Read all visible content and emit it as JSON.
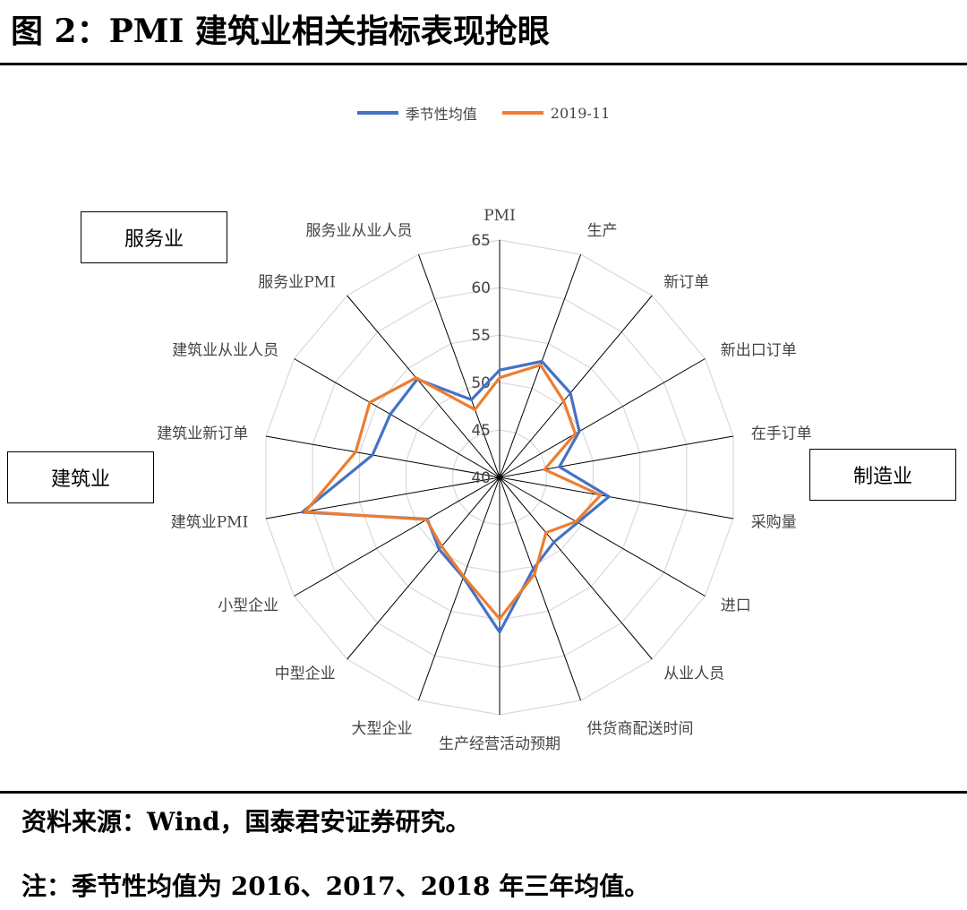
{
  "header": {
    "title": "图 2：PMI 建筑业相关指标表现抢眼"
  },
  "footer": {
    "source": "资料来源：Wind，国泰君安证券研究。",
    "note": "注：季节性均值为 2016、2017、2018 年三年均值。"
  },
  "group_labels": {
    "service": "服务业",
    "construction": "建筑业",
    "manufacturing": "制造业"
  },
  "colors": {
    "series_1": "#4472C4",
    "series_2": "#ED7D31",
    "grid": "#D9D9D9",
    "spoke": "#000000"
  },
  "chart_data": {
    "type": "radar",
    "categories": [
      "PMI",
      "生产",
      "新订单",
      "新出口订单",
      "在手订单",
      "采购量",
      "进口",
      "从业人员",
      "供货商配送时间",
      "生产经营活动预期",
      "大型企业",
      "中型企业",
      "小型企业",
      "建筑业PMI",
      "建筑业新订单",
      "建筑业从业人员",
      "服务业PMI",
      "服务业从业人员"
    ],
    "ticks": [
      40,
      45,
      50,
      55,
      60,
      65
    ],
    "rlim": [
      40,
      65
    ],
    "series": [
      {
        "name": "季节性均值",
        "values": [
          51.3,
          53.0,
          51.6,
          49.7,
          46.4,
          51.7,
          49.5,
          48.9,
          50.3,
          56.3,
          51.2,
          49.9,
          48.8,
          61.1,
          53.6,
          53.3,
          53.5,
          48.7
        ]
      },
      {
        "name": "2019-11",
        "values": [
          50.5,
          52.6,
          50.5,
          49.2,
          44.8,
          50.8,
          49.3,
          47.6,
          50.8,
          54.9,
          51.1,
          49.5,
          48.9,
          60.8,
          55.4,
          55.8,
          53.7,
          47.6
        ]
      }
    ],
    "legend_position": "top-center",
    "grid": true
  }
}
